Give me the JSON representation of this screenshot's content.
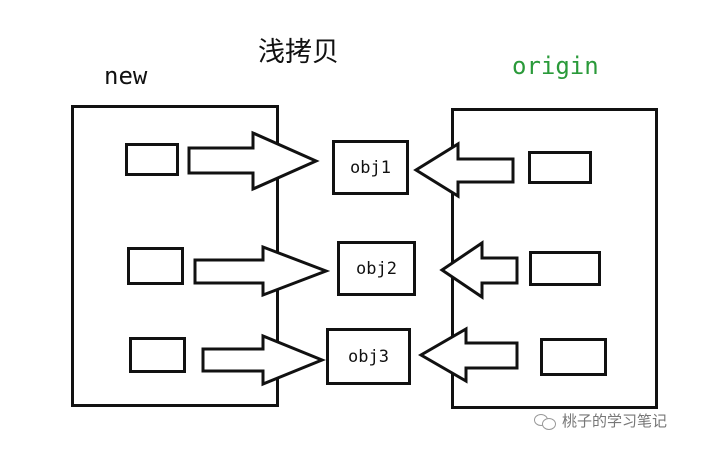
{
  "title": "浅拷贝",
  "new_label": "new",
  "origin_label": "origin",
  "colors": {
    "origin_label": "#2a9a3a",
    "stroke": "#111111"
  },
  "objects": [
    {
      "label": "obj1"
    },
    {
      "label": "obj2"
    },
    {
      "label": "obj3"
    }
  ],
  "watermark": {
    "icon": "wechat-icon",
    "text": "桃子的学习笔记"
  }
}
